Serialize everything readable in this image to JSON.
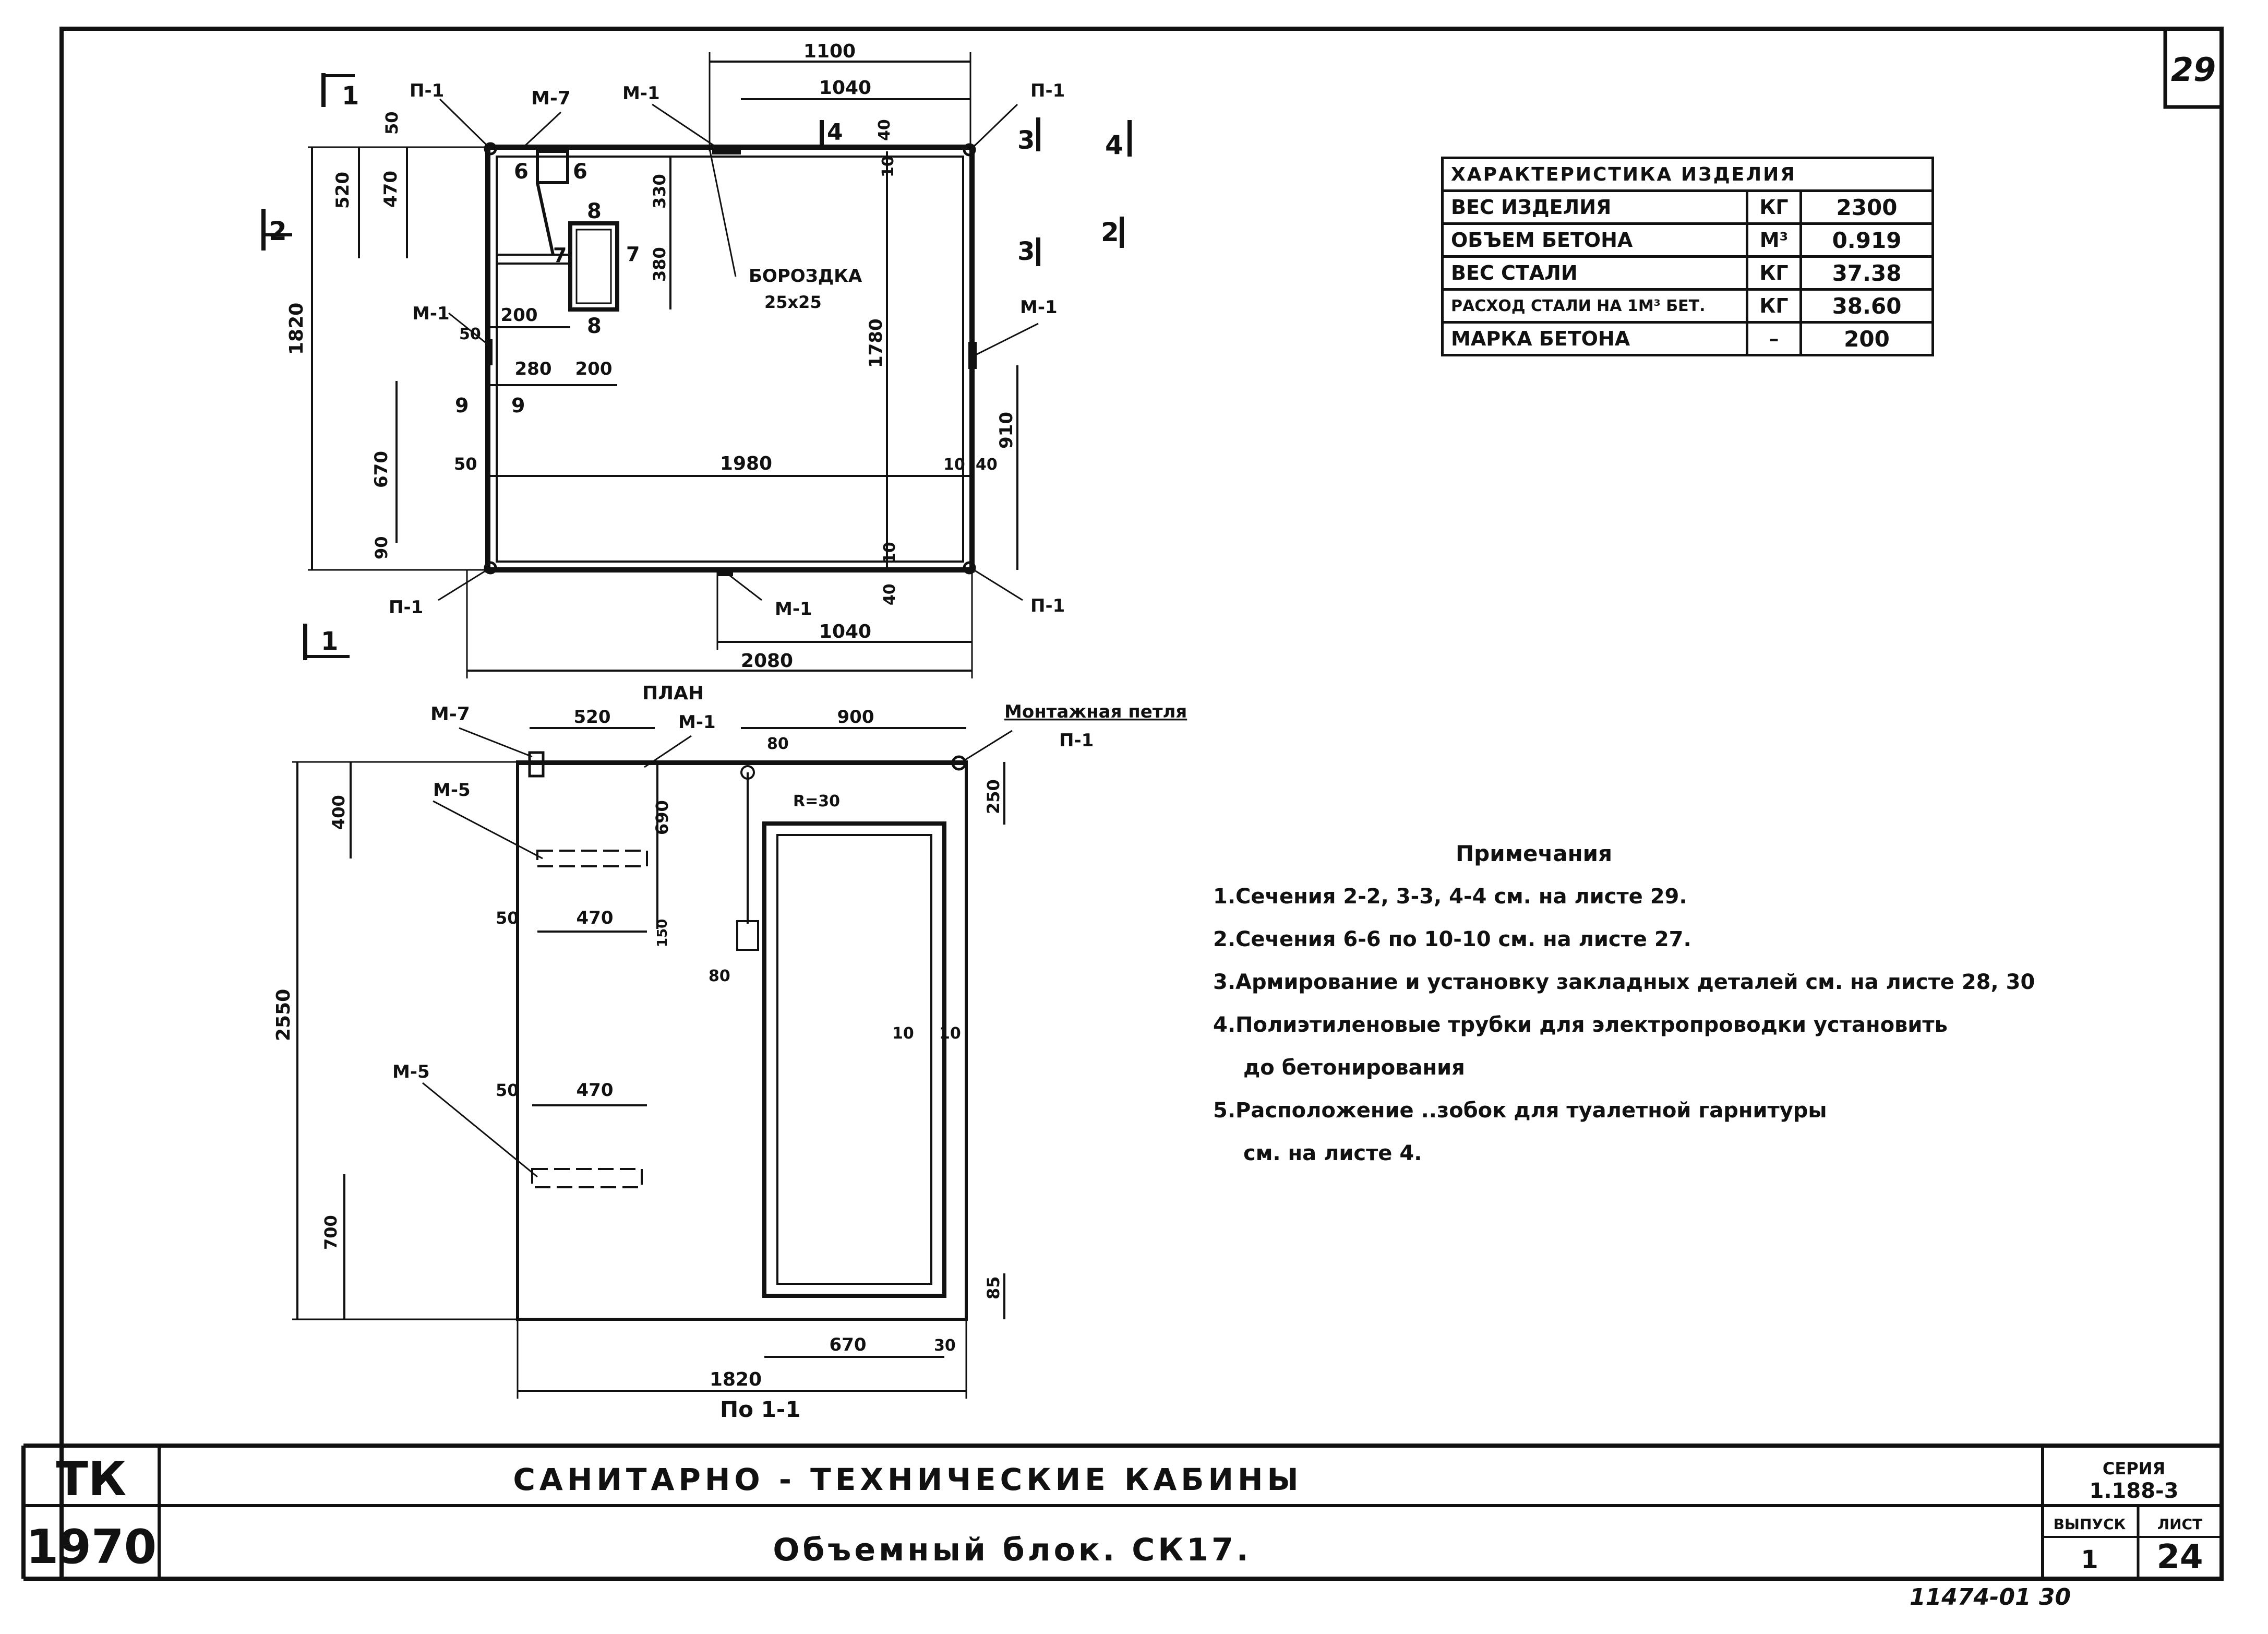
{
  "sheet_number": "29",
  "plan": {
    "title": "ПЛАН",
    "section_marks": [
      "1",
      "1",
      "2",
      "2",
      "3",
      "3",
      "4",
      "4"
    ],
    "callouts": [
      "П-1",
      "М-7",
      "М-1",
      "П-1",
      "М-1",
      "М-1",
      "П-1",
      "М-1",
      "П-1"
    ],
    "dims": [
      "1100",
      "1040",
      "40",
      "50",
      "520",
      "470",
      "330",
      "380",
      "10",
      "1820",
      "1780",
      "200",
      "50",
      "280",
      "200",
      "670",
      "90",
      "50",
      "1980",
      "10",
      "40",
      "910",
      "10",
      "40",
      "1040",
      "2080"
    ],
    "zone_labels": [
      "6",
      "6",
      "8",
      "8",
      "7",
      "7",
      "9",
      "9"
    ],
    "groove_label": "БОРОЗДКА",
    "groove_size": "25х25"
  },
  "section": {
    "title": "По 1-1",
    "callouts": [
      "М-7",
      "М-1",
      "М-5",
      "М-5",
      "П-1"
    ],
    "loop_label": "Монтажная петля",
    "dims": [
      "520",
      "900",
      "80",
      "R=30",
      "400",
      "690",
      "250",
      "50",
      "470",
      "150",
      "80",
      "2550",
      "10",
      "10",
      "50",
      "470",
      "700",
      "85",
      "670",
      "30",
      "1820"
    ]
  },
  "characteristics": {
    "header": "ХАРАКТЕРИСТИКА ИЗДЕЛИЯ",
    "rows": [
      {
        "name": "ВЕС ИЗДЕЛИЯ",
        "unit": "КГ",
        "value": "2300"
      },
      {
        "name": "ОБЪЕМ БЕТОНА",
        "unit": "М³",
        "value": "0.919"
      },
      {
        "name": "ВЕС СТАЛИ",
        "unit": "КГ",
        "value": "37.38"
      },
      {
        "name": "РАСХОД СТАЛИ НА 1М³ БЕТ.",
        "unit": "КГ",
        "value": "38.60"
      },
      {
        "name": "МАРКА БЕТОНА",
        "unit": "–",
        "value": "200"
      }
    ]
  },
  "notes": {
    "title": "Примечания",
    "items": [
      "1.Сечения 2-2, 3-3, 4-4 см. на листе 29.",
      "2.Сечения 6-6 по 10-10 см. на листе 27.",
      "3.Армирование и установку закладных деталей см. на листе 28, 30",
      "4.Полиэтиленовые трубки для электропроводки установить",
      "до бетонирования",
      "5.Расположение   ..зобок для туалетной гарнитуры",
      "см. на листе 4."
    ]
  },
  "title_block": {
    "org": "ТК",
    "year": "1970",
    "title_main": "САНИТАРНО - ТЕХНИЧЕСКИЕ   КАБИНЫ",
    "title_sub": "Объемный  блок.  СК17.",
    "series_label": "СЕРИЯ",
    "series_value": "1.188-3",
    "issue_label": "ВЫПУСК",
    "issue_value": "1",
    "sheet_label": "ЛИСТ",
    "sheet_value": "24"
  },
  "archive_number": "11474-01  30"
}
